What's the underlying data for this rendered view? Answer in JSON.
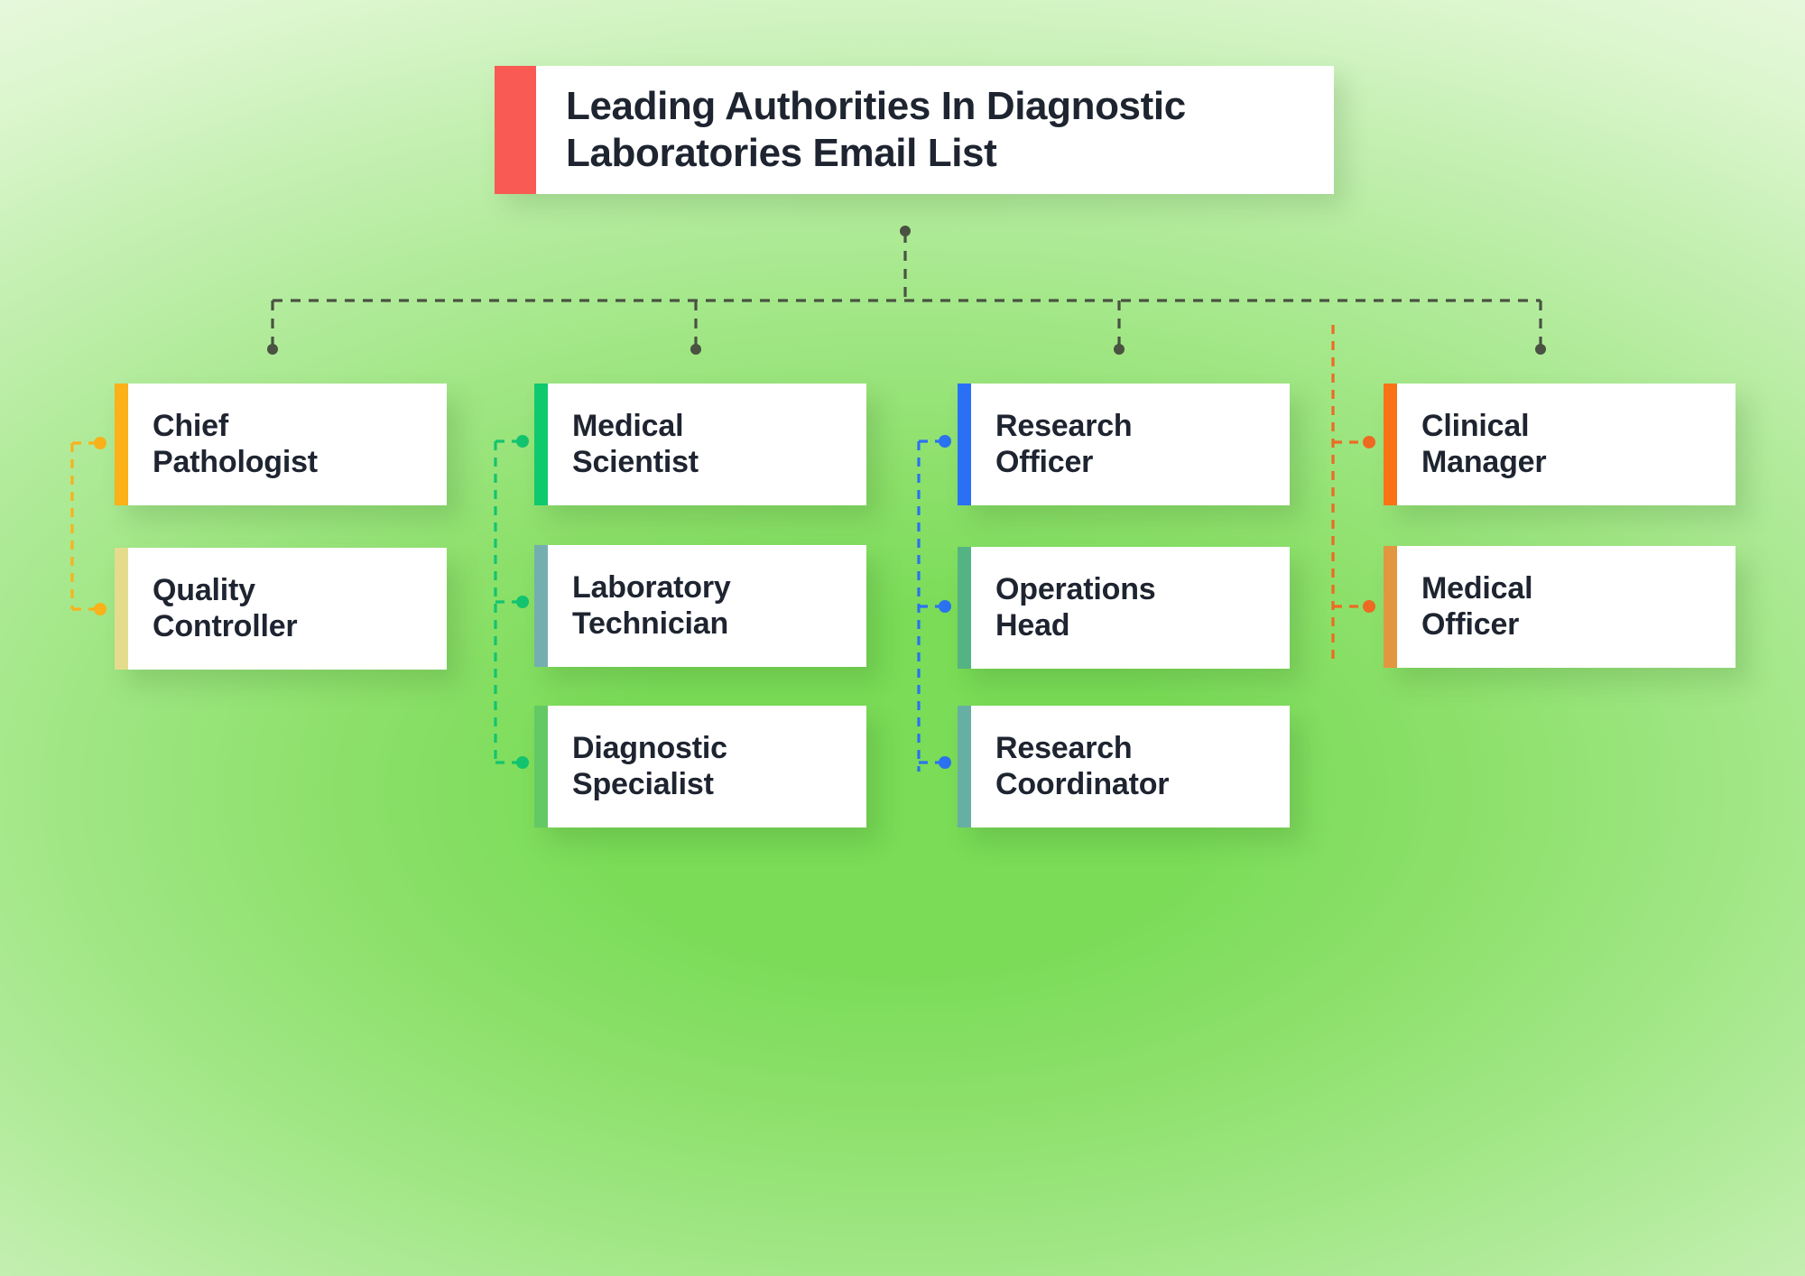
{
  "chart_data": {
    "type": "diagram",
    "diagram_kind": "organizational-hierarchy",
    "title": "Leading Authorities In Diagnostic Laboratories Email List",
    "root": {
      "label": "Leading Authorities In Diagnostic\nLaboratories Email List",
      "accent_color": "#F95A53"
    },
    "branches": [
      {
        "branch_index": 1,
        "connector_color": "#F9B21A",
        "nodes": [
          {
            "label": "Chief\nPathologist",
            "accent_color": "#FBB117"
          },
          {
            "label": "Quality\nController",
            "accent_color": "#E4DC8C"
          }
        ]
      },
      {
        "branch_index": 2,
        "connector_color": "#13C46F",
        "nodes": [
          {
            "label": "Medical\nScientist",
            "accent_color": "#0FC96D"
          },
          {
            "label": "Laboratory\nTechnician",
            "accent_color": "#74AFAF"
          },
          {
            "label": "Diagnostic\nSpecialist",
            "accent_color": "#63C965"
          }
        ]
      },
      {
        "branch_index": 3,
        "connector_color": "#2B72F0",
        "nodes": [
          {
            "label": "Research\nOfficer",
            "accent_color": "#2970F5"
          },
          {
            "label": "Operations\nHead",
            "accent_color": "#54B383"
          },
          {
            "label": "Research\nCoordinator",
            "accent_color": "#66AFA2"
          }
        ]
      },
      {
        "branch_index": 4,
        "connector_color": "#EE6A22",
        "nodes": [
          {
            "label": "Clinical\nManager",
            "accent_color": "#F97316"
          },
          {
            "label": "Medical\nOfficer",
            "accent_color": "#E2963F"
          }
        ]
      }
    ],
    "connector_style": "dashed-with-endpoint-dots",
    "trunk_color": "#4A5242",
    "background": {
      "type": "radial-gradient",
      "center_color": "#7ADC57",
      "edge_color": "#FBFEF9"
    }
  },
  "diagram": {
    "title_card": {
      "label": "Leading Authorities In Diagnostic\nLaboratories Email List"
    },
    "columns": [
      {
        "name": "column-1",
        "nodes": [
          {
            "label": "Chief\nPathologist"
          },
          {
            "label": "Quality\nController"
          }
        ]
      },
      {
        "name": "column-2",
        "nodes": [
          {
            "label": "Medical\nScientist"
          },
          {
            "label": "Laboratory\nTechnician"
          },
          {
            "label": "Diagnostic\nSpecialist"
          }
        ]
      },
      {
        "name": "column-3",
        "nodes": [
          {
            "label": "Research\nOfficer"
          },
          {
            "label": "Operations\nHead"
          },
          {
            "label": "Research\nCoordinator"
          }
        ]
      },
      {
        "name": "column-4",
        "nodes": [
          {
            "label": "Clinical\nManager"
          },
          {
            "label": "Medical\nOfficer"
          }
        ]
      }
    ]
  }
}
